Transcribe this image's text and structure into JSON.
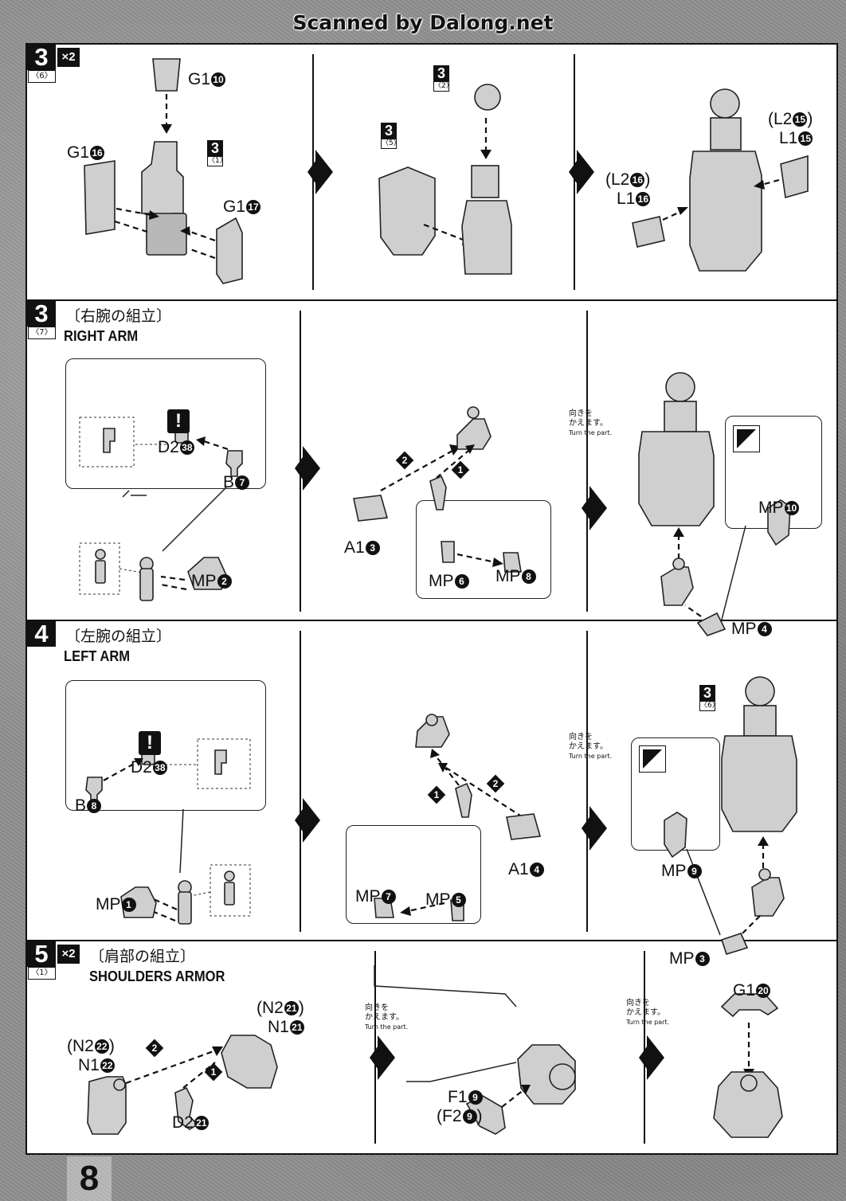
{
  "scan_credit": "Scanned by Dalong.net",
  "page_number": "8",
  "multiplier": "×2",
  "turn_note": {
    "jp": "向きを\nかえます。",
    "en": "Turn the part."
  },
  "panels": {
    "step3_upper": {
      "step": "3",
      "sub": "〈6〉",
      "has_multiplier": true,
      "parts": {
        "g1_10": {
          "label": "G1",
          "num": "10"
        },
        "g1_16": {
          "label": "G1",
          "num": "16"
        },
        "g1_17": {
          "label": "G1",
          "num": "17"
        },
        "ref1": {
          "n": "3",
          "s": "〈1〉"
        },
        "ref2": {
          "n": "3",
          "s": "〈2〉"
        },
        "ref5": {
          "n": "3",
          "s": "〈5〉"
        },
        "l2_15": {
          "label": "(L2",
          "num": "15",
          "close": ")"
        },
        "l1_15": {
          "label": "L1",
          "num": "15"
        },
        "l2_16": {
          "label": "(L2",
          "num": "16",
          "close": ")"
        },
        "l1_16": {
          "label": "L1",
          "num": "16"
        }
      }
    },
    "step3_right_arm": {
      "step": "3",
      "sub": "〈7〉",
      "title_jp": "〔右腕の組立〕",
      "title_en": "RIGHT ARM",
      "parts": {
        "d2_38": {
          "label": "D2",
          "num": "38"
        },
        "b7": {
          "label": "B",
          "num": "7"
        },
        "mp2": {
          "label": "MP",
          "num": "2"
        },
        "a1_3": {
          "label": "A1",
          "num": "3"
        },
        "mp6": {
          "label": "MP",
          "num": "6"
        },
        "mp8": {
          "label": "MP",
          "num": "8"
        },
        "mp10": {
          "label": "MP",
          "num": "10"
        },
        "mp4": {
          "label": "MP",
          "num": "4"
        }
      },
      "order": [
        "1",
        "2"
      ]
    },
    "step4_left_arm": {
      "step": "4",
      "title_jp": "〔左腕の組立〕",
      "title_en": "LEFT ARM",
      "parts": {
        "d2_38": {
          "label": "D2",
          "num": "38"
        },
        "b8": {
          "label": "B",
          "num": "8"
        },
        "mp1": {
          "label": "MP",
          "num": "1"
        },
        "a1_4": {
          "label": "A1",
          "num": "4"
        },
        "mp7": {
          "label": "MP",
          "num": "7"
        },
        "mp5": {
          "label": "MP",
          "num": "5"
        },
        "mp9": {
          "label": "MP",
          "num": "9"
        },
        "mp3": {
          "label": "MP",
          "num": "3"
        },
        "ref6": {
          "n": "3",
          "s": "〈6〉"
        }
      },
      "order": [
        "1",
        "2"
      ]
    },
    "step5_shoulders": {
      "step": "5",
      "sub": "〈1〉",
      "has_multiplier": true,
      "title_jp": "〔肩部の組立〕",
      "title_en": "SHOULDERS ARMOR",
      "parts": {
        "n2_21": {
          "label": "(N2",
          "num": "21",
          "close": ")"
        },
        "n1_21": {
          "label": "N1",
          "num": "21"
        },
        "n2_22": {
          "label": "(N2",
          "num": "22",
          "close": ")"
        },
        "n1_22": {
          "label": "N1",
          "num": "22"
        },
        "d2_21": {
          "label": "D2",
          "num": "21"
        },
        "f1_9": {
          "label": "F1",
          "num": "9"
        },
        "f2_9": {
          "label": "(F2",
          "num": "9",
          "close": ")"
        },
        "g1_20": {
          "label": "G1",
          "num": "20"
        }
      },
      "order": [
        "1",
        "2"
      ]
    }
  }
}
